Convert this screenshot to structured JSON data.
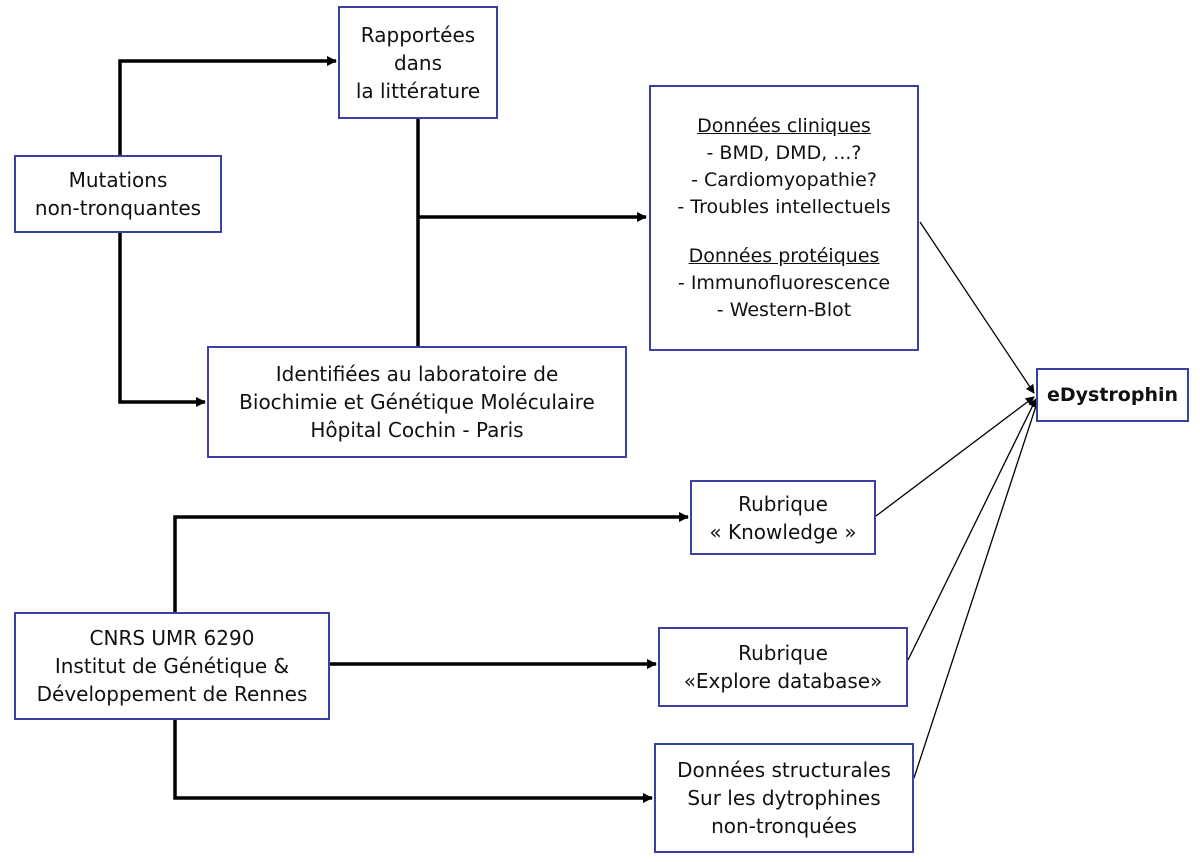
{
  "nodes": {
    "mutations": [
      "Mutations",
      "non-tronquantes"
    ],
    "litterature": [
      "Rapportées",
      "dans",
      "la littérature"
    ],
    "labo": [
      "Identifiées au laboratoire de",
      "Biochimie et Génétique Moléculaire",
      "Hôpital Cochin - Paris"
    ],
    "donnees": {
      "cliniques_title": "Données cliniques",
      "cliniques": [
        "- BMD, DMD, ...?",
        "- Cardiomyopathie?",
        "- Troubles intellectuels"
      ],
      "proteiques_title": "Données protéiques",
      "proteiques": [
        "- Immunofluorescence",
        "- Western-Blot"
      ]
    },
    "edystrophin": "eDystrophin",
    "knowledge": [
      "Rubrique",
      "« Knowledge »"
    ],
    "cnrs": [
      "CNRS UMR 6290",
      "Institut de Génétique &",
      "Développement de Rennes"
    ],
    "explore": [
      "Rubrique",
      "«Explore database»"
    ],
    "structurales": [
      "Données structurales",
      "Sur les dytrophines",
      "non-tronquées"
    ]
  }
}
